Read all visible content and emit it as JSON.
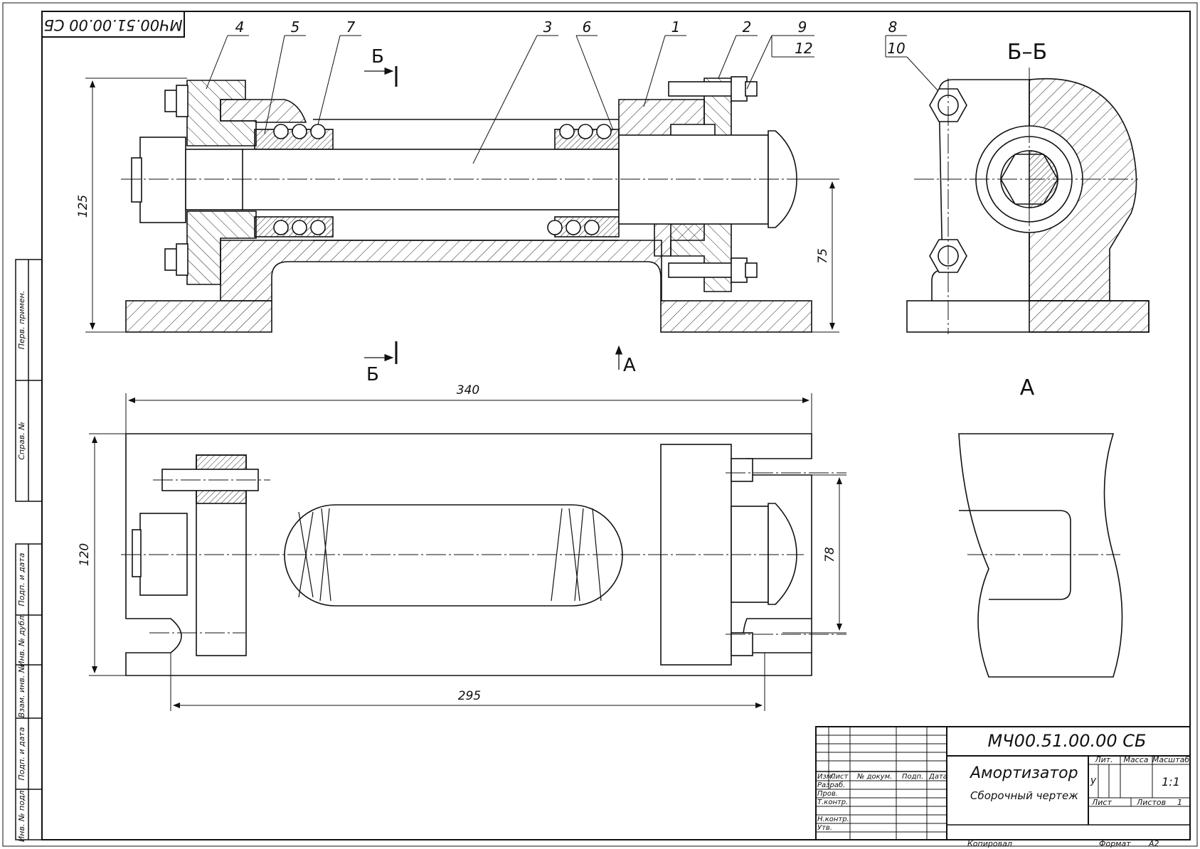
{
  "stamp_rotated": "МЧ00.51.00.00 СБ",
  "side_labels": [
    "Перв. примен.",
    "Справ. №",
    "Подп. и дата",
    "Инв. № дубл.",
    "Взам. инв. №",
    "Подп. и дата",
    "Инв. № подл."
  ],
  "callouts": {
    "c1": "1",
    "c2": "2",
    "c3": "3",
    "c4": "4",
    "c5": "5",
    "c6": "6",
    "c7": "7",
    "c8": "8",
    "c9": "9",
    "c10": "10",
    "c12": "12"
  },
  "section": {
    "marker_top": "Б",
    "marker_bottom": "Б",
    "view_arrow": "А",
    "section_title": "Б–Б",
    "view_title": "А"
  },
  "dimensions": {
    "d125": "125",
    "d75": "75",
    "d340": "340",
    "d120": "120",
    "d78": "78",
    "d295": "295"
  },
  "title_block": {
    "designation": "МЧ00.51.00.00 СБ",
    "name": "Амортизатор",
    "doc_type": "Сборочный чертеж",
    "col_izm": "Изм.",
    "col_list": "Лист",
    "col_ndoc": "№ докум.",
    "col_podp": "Подп.",
    "col_data": "Дата",
    "row_razrab": "Разраб.",
    "row_prov": "Пров.",
    "row_tkontr": "Т.контр.",
    "row_nkontr": "Н.контр.",
    "row_utv": "Утв.",
    "lit_label": "Лит.",
    "mass_label": "Масса",
    "scale_label": "Масштаб",
    "lit_value": "у",
    "scale_value": "1:1",
    "sheet_label": "Лист",
    "sheets_label": "Листов",
    "sheets_value": "1",
    "copied": "Копировал",
    "format": "Формат",
    "format_value": "А2"
  }
}
